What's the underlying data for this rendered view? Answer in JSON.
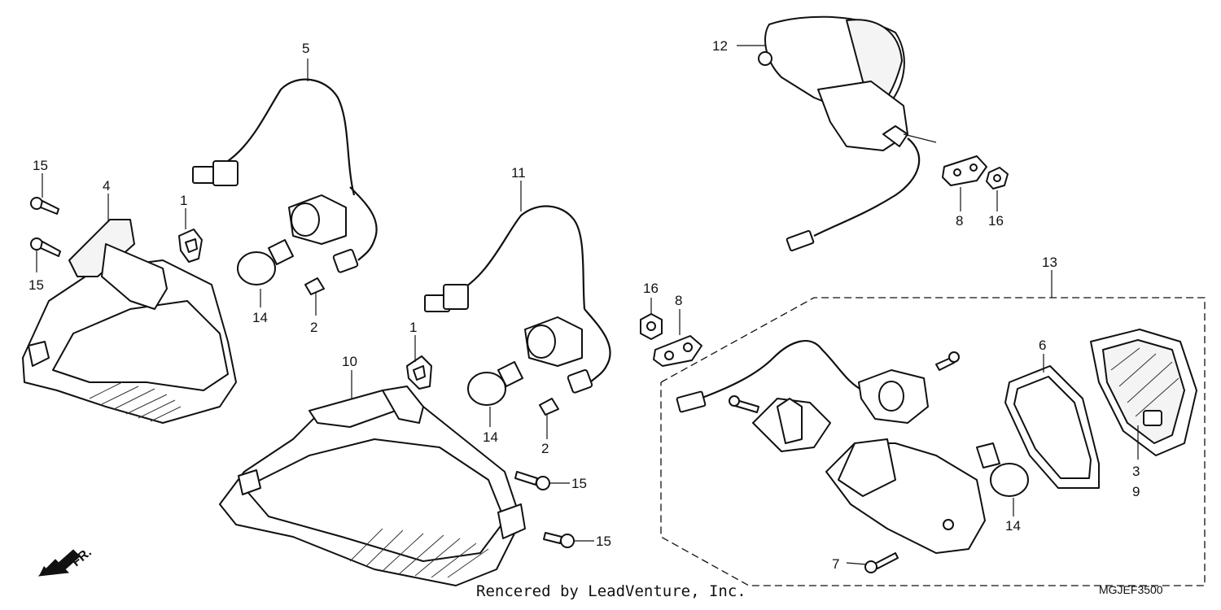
{
  "callouts": {
    "c1a": "1",
    "c1b": "1",
    "c2a": "2",
    "c2b": "2",
    "c3": "3",
    "c9": "9",
    "c4": "4",
    "c5": "5",
    "c6": "6",
    "c7": "7",
    "c8a": "8",
    "c8b": "8",
    "c10": "10",
    "c11": "11",
    "c12": "12",
    "c13": "13",
    "c14a": "14",
    "c14b": "14",
    "c14c": "14",
    "c15a": "15",
    "c15b": "15",
    "c15c": "15",
    "c15d": "15",
    "c16a": "16",
    "c16b": "16"
  },
  "front_arrow": "FR.",
  "watermark": "Rencered by LeadVenture, Inc.",
  "diagram_code": "MGJEF3500",
  "icons": {
    "front_direction": "arrow-down-left-icon"
  }
}
